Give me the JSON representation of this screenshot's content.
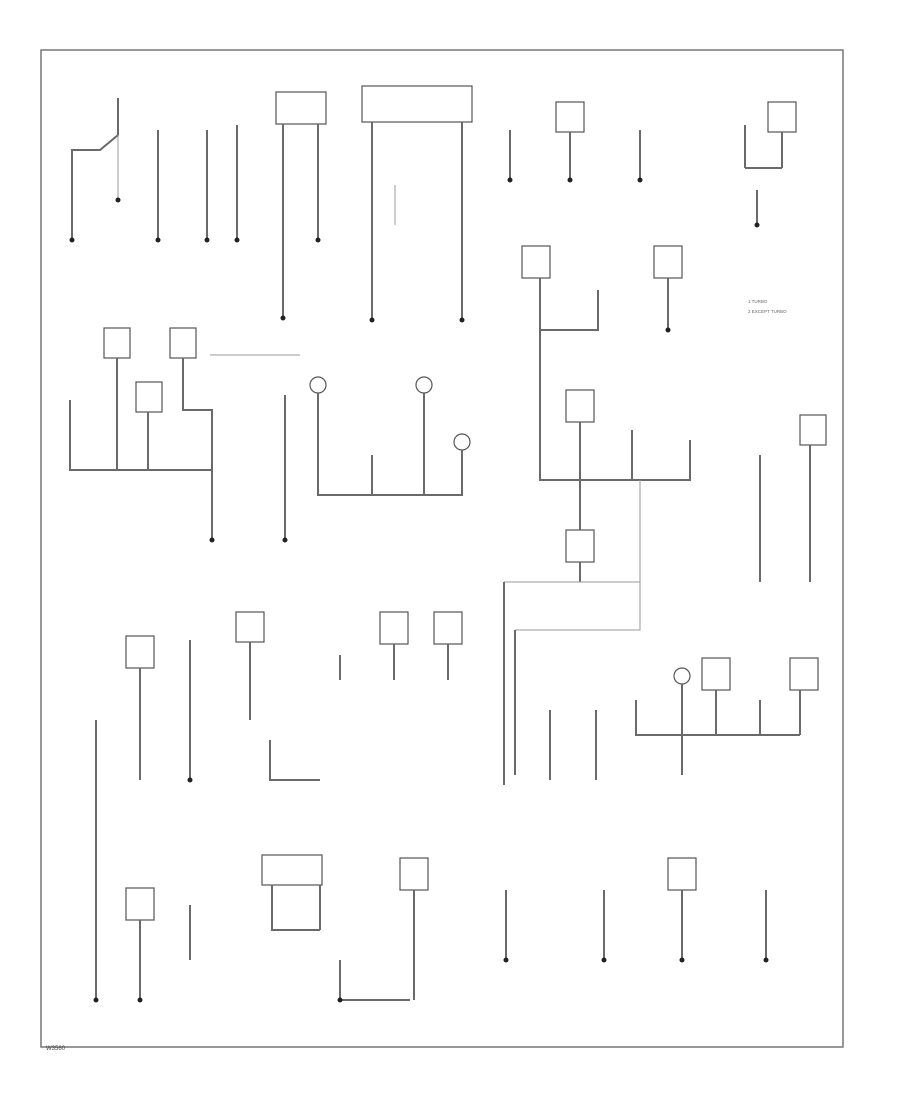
{
  "diagram": {
    "footer_code": "W3560",
    "legend": [
      "1 TURBO",
      "2 EXCEPT TURBO"
    ],
    "wire_colors": {
      "default": "#6a6a6a",
      "yellow_tracer": "#e8d870",
      "red_tracer": "#e06080",
      "green_tracer": "#58c878"
    }
  }
}
